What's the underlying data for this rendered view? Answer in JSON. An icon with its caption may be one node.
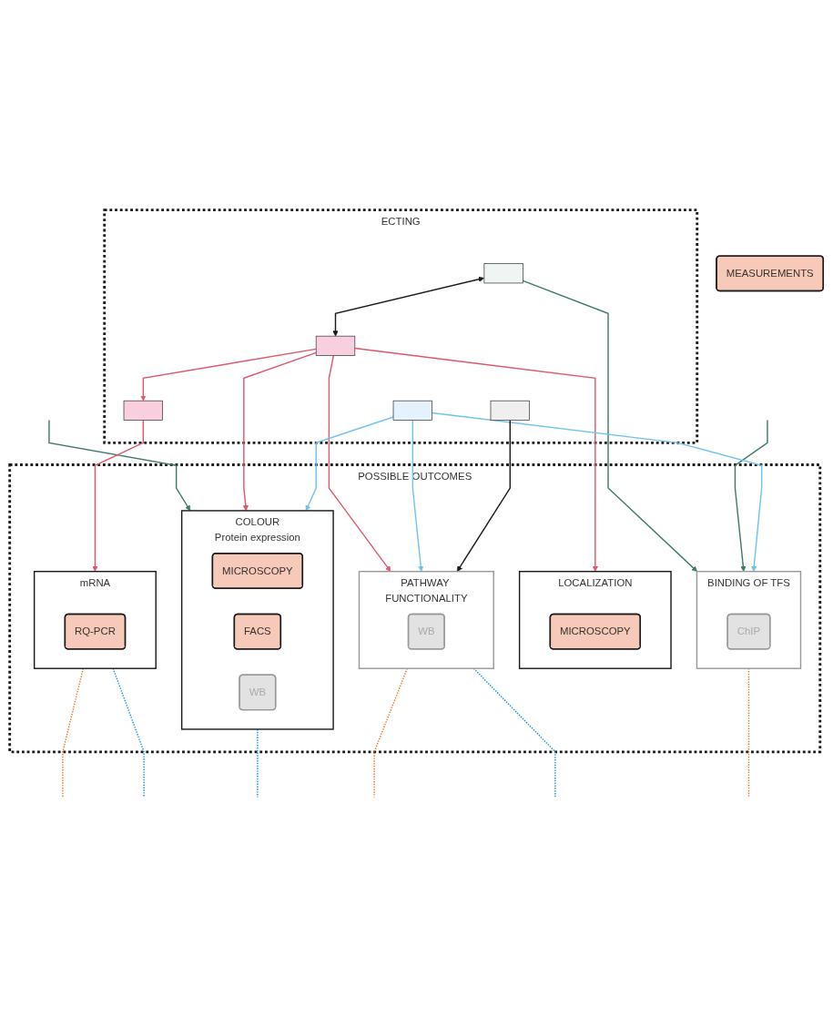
{
  "diagram": {
    "nodes": [
      {
        "text": [
          "ECTING"
        ]
      },
      {
        "text": [],
        "shape": "box",
        "in": 0
      },
      {
        "text": [],
        "shape": "box",
        "in": 0
      },
      {
        "text": [],
        "shape": "box",
        "in": 0
      },
      {
        "text": [],
        "shape": "box",
        "in": 0
      },
      {
        "text": [],
        "shape": "box",
        "in": 0
      },
      {
        "text": [
          "POSSIBLE OUTCOMES"
        ]
      },
      {
        "text": [
          "BINDING OF TFS"
        ],
        "in": 6
      },
      {
        "text": [
          "ChIP"
        ],
        "in": 7
      },
      {
        "text": [
          "LOCALIZATION"
        ],
        "in": 6
      },
      {
        "text": [
          "MICROSCOPY"
        ],
        "in": 9
      },
      {
        "text": [
          "COLOUR",
          "Protein expression"
        ],
        "in": 6
      },
      {
        "text": [
          "MICROSCOPY"
        ],
        "in": 11
      },
      {
        "text": [
          "FACS"
        ],
        "in": 11
      },
      {
        "text": [
          "WB"
        ],
        "in": 11
      },
      {
        "text": [
          "PATHWAY FUNCTIONALITY"
        ],
        "in": 6
      },
      {
        "text": [
          "WB"
        ],
        "in": 15
      },
      {
        "text": [
          "mRNA"
        ],
        "in": 6
      },
      {
        "text": [
          "RQ-PCR"
        ],
        "in": 17
      },
      {
        "text": [
          "MEASUREMENTS"
        ]
      }
    ],
    "edges": [
      {
        "from": 1,
        "to": 7,
        "arrow": "to",
        "color": "#3d7a6c"
      },
      {
        "from": null,
        "to": 7,
        "arrow": "to",
        "color": "#3d7a6c"
      },
      {
        "from": null,
        "to": 11,
        "arrow": "to",
        "color": "#3d7a6c"
      },
      {
        "from": 1,
        "to": 2,
        "arrow": "both",
        "color": "#1a1a1a"
      },
      {
        "from": 2,
        "to": 9,
        "arrow": "to",
        "color": "#e0566b"
      },
      {
        "from": 2,
        "to": 11,
        "arrow": "to",
        "color": "#e0566b"
      },
      {
        "from": 2,
        "to": 15,
        "arrow": "to",
        "color": "#e0566b"
      },
      {
        "from": 2,
        "to": 3,
        "arrow": "to",
        "color": "#e0566b"
      },
      {
        "from": 3,
        "to": 17,
        "arrow": "to",
        "color": "#e0566b"
      },
      {
        "from": 4,
        "to": 7,
        "arrow": "to",
        "color": "#6fc3ee"
      },
      {
        "from": 4,
        "to": 11,
        "arrow": "to",
        "color": "#6fc3ee"
      },
      {
        "from": 4,
        "to": 15,
        "arrow": "to",
        "color": "#6fc3ee"
      },
      {
        "from": 5,
        "to": 15,
        "arrow": "to",
        "color": "#1a1a1a"
      },
      {
        "from": 7,
        "to": null,
        "arrow": "none",
        "style": "dashed",
        "color": "#e87722"
      },
      {
        "from": 15,
        "to": null,
        "arrow": "none",
        "style": "dashed",
        "color": "#e87722"
      },
      {
        "from": 17,
        "to": null,
        "arrow": "none",
        "style": "dashed",
        "color": "#e87722"
      },
      {
        "from": 11,
        "to": null,
        "arrow": "none",
        "style": "dashed",
        "color": "#0a93dc"
      },
      {
        "from": 15,
        "to": null,
        "arrow": "none",
        "style": "dashed",
        "color": "#0a93dc"
      },
      {
        "from": 17,
        "to": null,
        "arrow": "none",
        "style": "dashed",
        "color": "#0a93dc"
      }
    ]
  }
}
